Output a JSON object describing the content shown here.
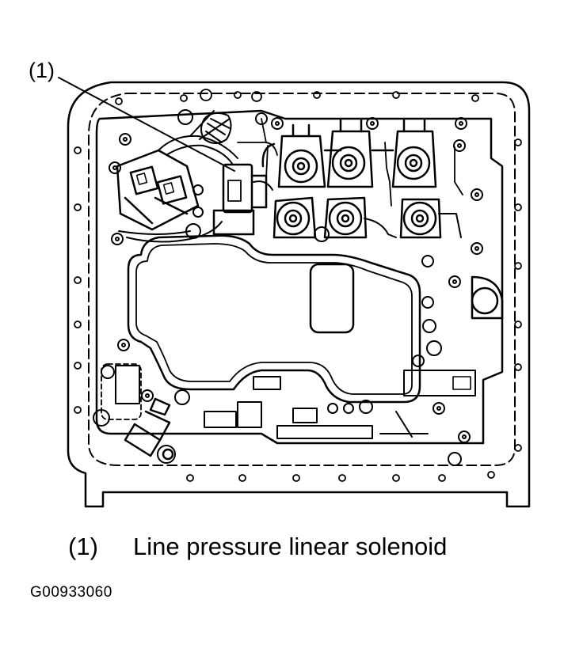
{
  "diagram": {
    "callout_label": "(1)",
    "caption_number": "(1)",
    "caption_text": "Line pressure linear solenoid",
    "figure_id": "G00933060"
  }
}
